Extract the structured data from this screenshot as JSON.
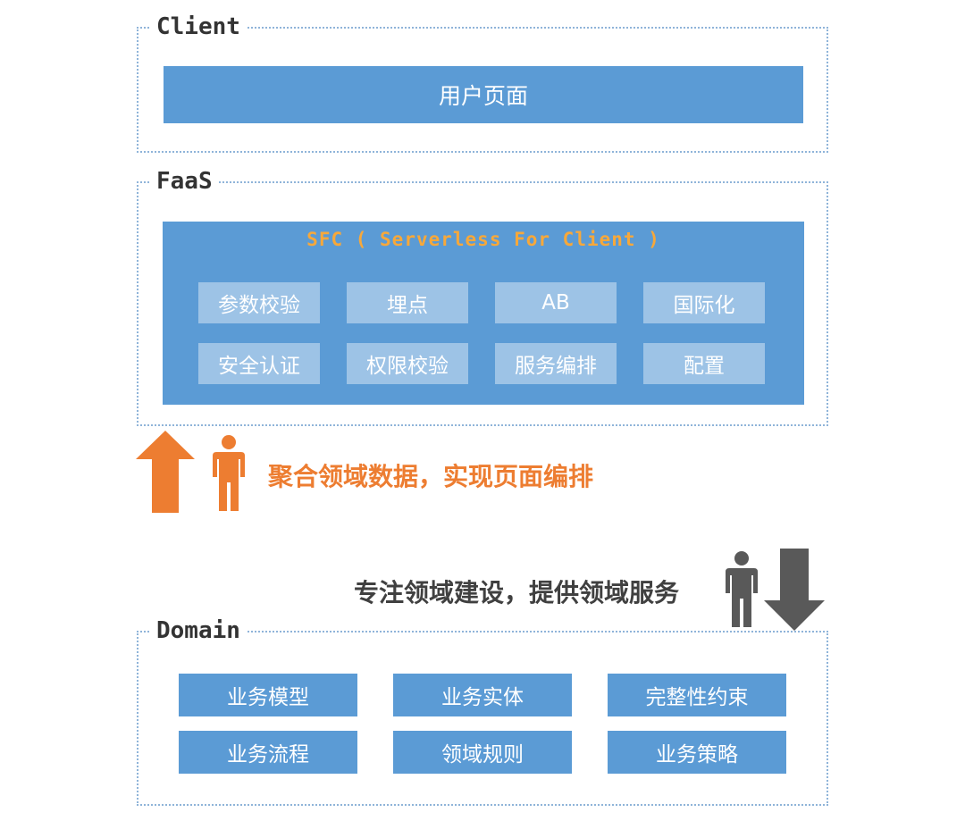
{
  "client": {
    "title": "Client",
    "user_page": "用户页面"
  },
  "faas": {
    "title": "FaaS",
    "sfc_title": "SFC ( Serverless For Client )",
    "cells": [
      "参数校验",
      "埋点",
      "AB",
      "国际化",
      "安全认证",
      "权限校验",
      "服务编排",
      "配置"
    ]
  },
  "upward": {
    "caption": "聚合领域数据，实现页面编排",
    "color": "#ed7d31"
  },
  "downward": {
    "caption": "专注领域建设，提供领域服务",
    "color": "#595959"
  },
  "domain": {
    "title": "Domain",
    "cells": [
      "业务模型",
      "业务实体",
      "完整性约束",
      "业务流程",
      "领域规则",
      "业务策略"
    ]
  },
  "colors": {
    "primary_blue": "#5b9bd5",
    "light_blue": "#9dc3e6",
    "sfc_title": "#f7a83a",
    "orange": "#ed7d31",
    "gray": "#595959"
  }
}
